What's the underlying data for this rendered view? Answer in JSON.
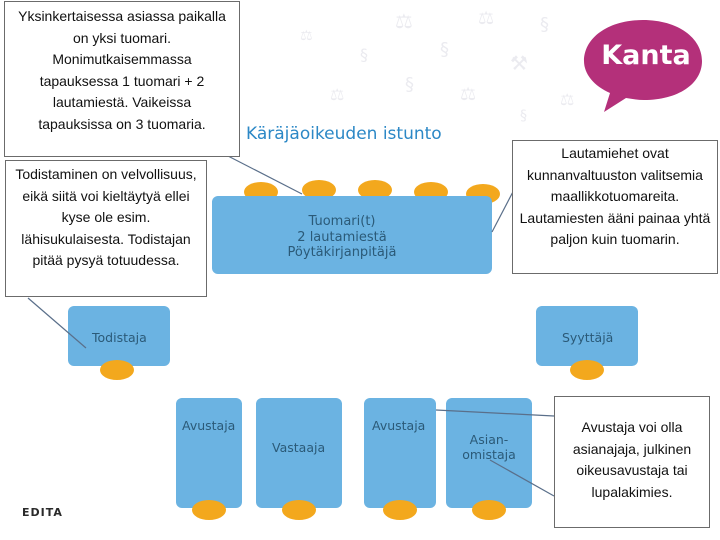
{
  "brand": {
    "logo_text": "Kanta",
    "logo_color": "#b4307a",
    "footer_logo": "EDITA"
  },
  "diagram": {
    "title": "Käräjäoikeuden istunto",
    "table_lines": [
      "Tuomari(t)",
      "2 lautamiestä",
      "Pöytäkirjanpitäjä"
    ],
    "desks": {
      "todistaja": "Todistaja",
      "syyttaja": "Syyttäjä",
      "avustaja_left": "Avustaja",
      "vastaaja": "Vastaaja",
      "avustaja_right": "Avustaja",
      "asianomistaja": "Asian-\nomistaja"
    },
    "colors": {
      "table": "#6bb3e2",
      "chair": "#f3a81d",
      "title": "#2c88c6"
    }
  },
  "callouts": {
    "judges": "Yksinkertaisessa asiassa paikalla on yksi tuomari. Monimutkaisemmassa tapauksessa 1 tuomari + 2 lautamiestä. Vaikeissa tapauksissa on 3 tuomaria.",
    "witness": "Todistaminen on velvollisuus, eikä siitä voi kieltäytyä ellei kyse ole esim. lähisukulaisesta. Todistajan pitää pysyä totuudessa.",
    "lay_judges": "Lautamiehet ovat kunnanvaltuuston valitsemia maallikkotuomareita. Lautamiesten ääni painaa yhtä paljon kuin tuomarin.",
    "counsel": "Avustaja voi olla asianajaja, julkinen oikeusavustaja tai lupalakimies."
  }
}
